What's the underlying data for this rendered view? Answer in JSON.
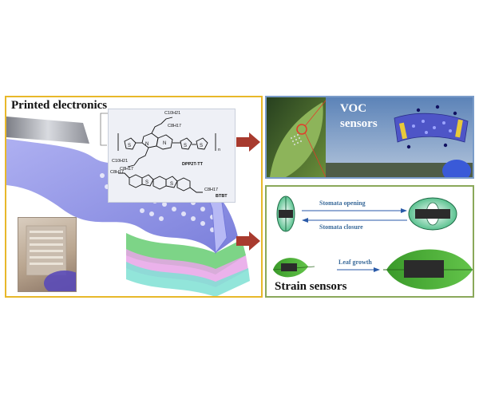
{
  "panels": {
    "printed_electronics": {
      "title": "Printed electronics",
      "chem": {
        "polymer_name": "DPP2T-TT",
        "small_molecule": "BTBT",
        "chains": [
          "C10H21",
          "C8H17",
          "C10H21",
          "C8H17"
        ],
        "btbt_chain_top": "C8H17",
        "btbt_chain_bottom": "C8H17",
        "subscript_n": "n"
      }
    },
    "voc": {
      "title_line1": "VOC",
      "title_line2": "sensors"
    },
    "strain": {
      "title": "Strain sensors",
      "stomata_opening": "Stomata opening",
      "stomata_closure": "Stomata closure",
      "leaf_growth": "Leaf growth"
    }
  },
  "colors": {
    "left_border": "#e8b82a",
    "voc_border": "#7a9cc9",
    "strain_border": "#8aa85a",
    "arrow": "#a83a2e",
    "leaf": "#4caf3a",
    "substrate": "#8a8ee8"
  }
}
